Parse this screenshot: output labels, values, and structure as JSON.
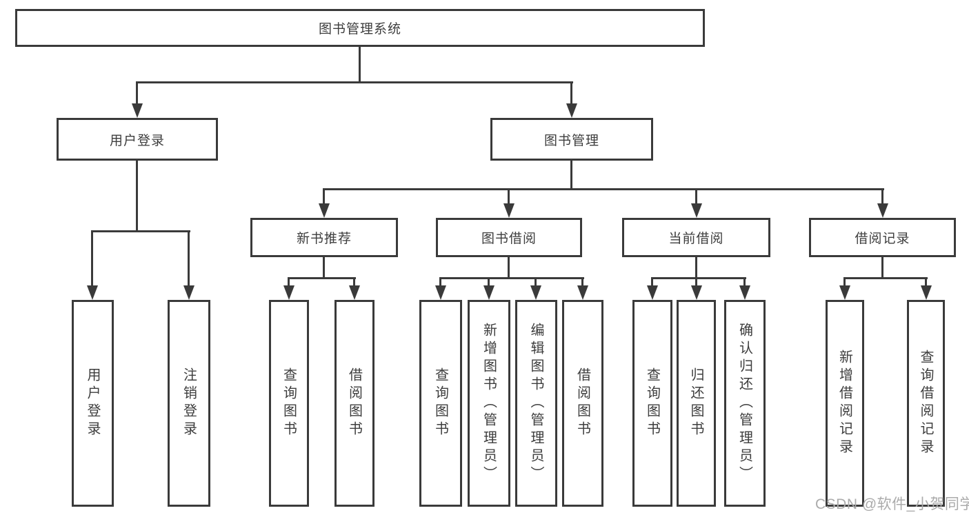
{
  "colors": {
    "line": "#3a3a3a",
    "text": "#3d3d3d",
    "wm": "#ababab",
    "bg": "#ffffff"
  },
  "tree": {
    "root": "图书管理系统",
    "branches": [
      {
        "label": "用户登录",
        "children": [
          "用户登录",
          "注销登录"
        ]
      },
      {
        "label": "图书管理",
        "sections": [
          {
            "label": "新书推荐",
            "children": [
              "查询图书",
              "借阅图书"
            ]
          },
          {
            "label": "图书借阅",
            "children": [
              "查询图书",
              "新增图书（管理员）",
              "编辑图书（管理员）",
              "借阅图书"
            ]
          },
          {
            "label": "当前借阅",
            "children": [
              "查询图书",
              "归还图书",
              "确认归还（管理员）"
            ]
          },
          {
            "label": "借阅记录",
            "children": [
              "新增借阅记录",
              "查询借阅记录"
            ]
          }
        ]
      }
    ]
  },
  "watermark": "CSDN @软件_小贺同学"
}
